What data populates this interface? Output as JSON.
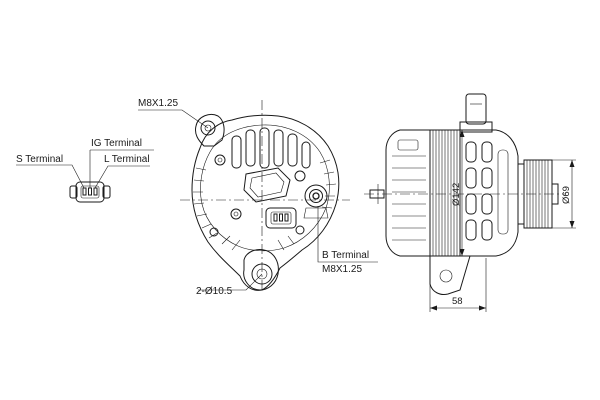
{
  "labels": {
    "s_terminal": "S Terminal",
    "ig_terminal": "IG Terminal",
    "l_terminal": "L Terminal",
    "m8_top": "M8X1.25",
    "b_terminal": "B Terminal",
    "m8_b": "M8X1.25",
    "mount_holes": "2-Ø10.5"
  },
  "dimensions": {
    "body_diameter": "Ø142",
    "pulley_diameter": "Ø69",
    "width": "58"
  },
  "colors": {
    "line": "#1a1a1a",
    "background": "#ffffff"
  }
}
